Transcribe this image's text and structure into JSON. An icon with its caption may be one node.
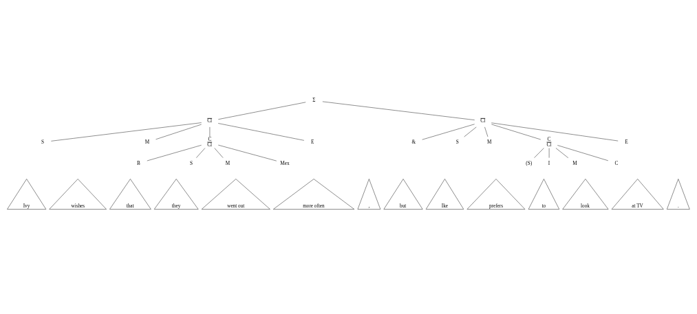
{
  "diagram": {
    "nodes": [
      {
        "text": [
          "Σ"
        ]
      },
      {
        "text": [
          "Cl"
        ]
      },
      {
        "text": [
          "Cl"
        ]
      },
      {
        "text": [
          "S"
        ]
      },
      {
        "text": [
          "M"
        ]
      },
      {
        "text": [
          "C",
          "Cl"
        ]
      },
      {
        "text": [
          "E"
        ]
      },
      {
        "text": [
          "&"
        ]
      },
      {
        "text": [
          "S"
        ]
      },
      {
        "text": [
          "M"
        ]
      },
      {
        "text": [
          "C",
          "Cl"
        ]
      },
      {
        "text": [
          "E"
        ]
      },
      {
        "text": [
          "B"
        ]
      },
      {
        "text": [
          "S"
        ]
      },
      {
        "text": [
          "M"
        ]
      },
      {
        "text": [
          "Mex"
        ]
      },
      {
        "text": [
          "(S)"
        ]
      },
      {
        "text": [
          "I"
        ]
      },
      {
        "text": [
          "M"
        ]
      },
      {
        "text": [
          "C"
        ]
      },
      {
        "text": [
          "Ivy"
        ]
      },
      {
        "text": [
          "wishes"
        ]
      },
      {
        "text": [
          "that"
        ]
      },
      {
        "text": [
          "they"
        ]
      },
      {
        "text": [
          "went out"
        ]
      },
      {
        "text": [
          "more often"
        ]
      },
      {
        "text": [
          ","
        ]
      },
      {
        "text": [
          "but"
        ]
      },
      {
        "text": [
          "Ike"
        ]
      },
      {
        "text": [
          "prefers"
        ]
      },
      {
        "text": [
          "to"
        ]
      },
      {
        "text": [
          "look"
        ]
      },
      {
        "text": [
          "at TV"
        ]
      },
      {
        "text": [
          "."
        ]
      }
    ],
    "edges": [
      {
        "from": 0,
        "to": 1,
        "arrow": "none"
      },
      {
        "from": 0,
        "to": 2,
        "arrow": "none"
      },
      {
        "from": 1,
        "to": 3,
        "arrow": "none"
      },
      {
        "from": 1,
        "to": 4,
        "arrow": "none"
      },
      {
        "from": 1,
        "to": 5,
        "arrow": "none"
      },
      {
        "from": 1,
        "to": 6,
        "arrow": "none"
      },
      {
        "from": 2,
        "to": 7,
        "arrow": "none"
      },
      {
        "from": 2,
        "to": 8,
        "arrow": "none"
      },
      {
        "from": 2,
        "to": 9,
        "arrow": "none"
      },
      {
        "from": 2,
        "to": 10,
        "arrow": "none"
      },
      {
        "from": 2,
        "to": 11,
        "arrow": "none"
      },
      {
        "from": 5,
        "to": 12,
        "arrow": "none"
      },
      {
        "from": 5,
        "to": 13,
        "arrow": "none"
      },
      {
        "from": 5,
        "to": 14,
        "arrow": "none"
      },
      {
        "from": 5,
        "to": 15,
        "arrow": "none"
      },
      {
        "from": 10,
        "to": 16,
        "arrow": "none"
      },
      {
        "from": 10,
        "to": 17,
        "arrow": "none"
      },
      {
        "from": 10,
        "to": 18,
        "arrow": "none"
      },
      {
        "from": 10,
        "to": 19,
        "arrow": "none"
      }
    ]
  }
}
